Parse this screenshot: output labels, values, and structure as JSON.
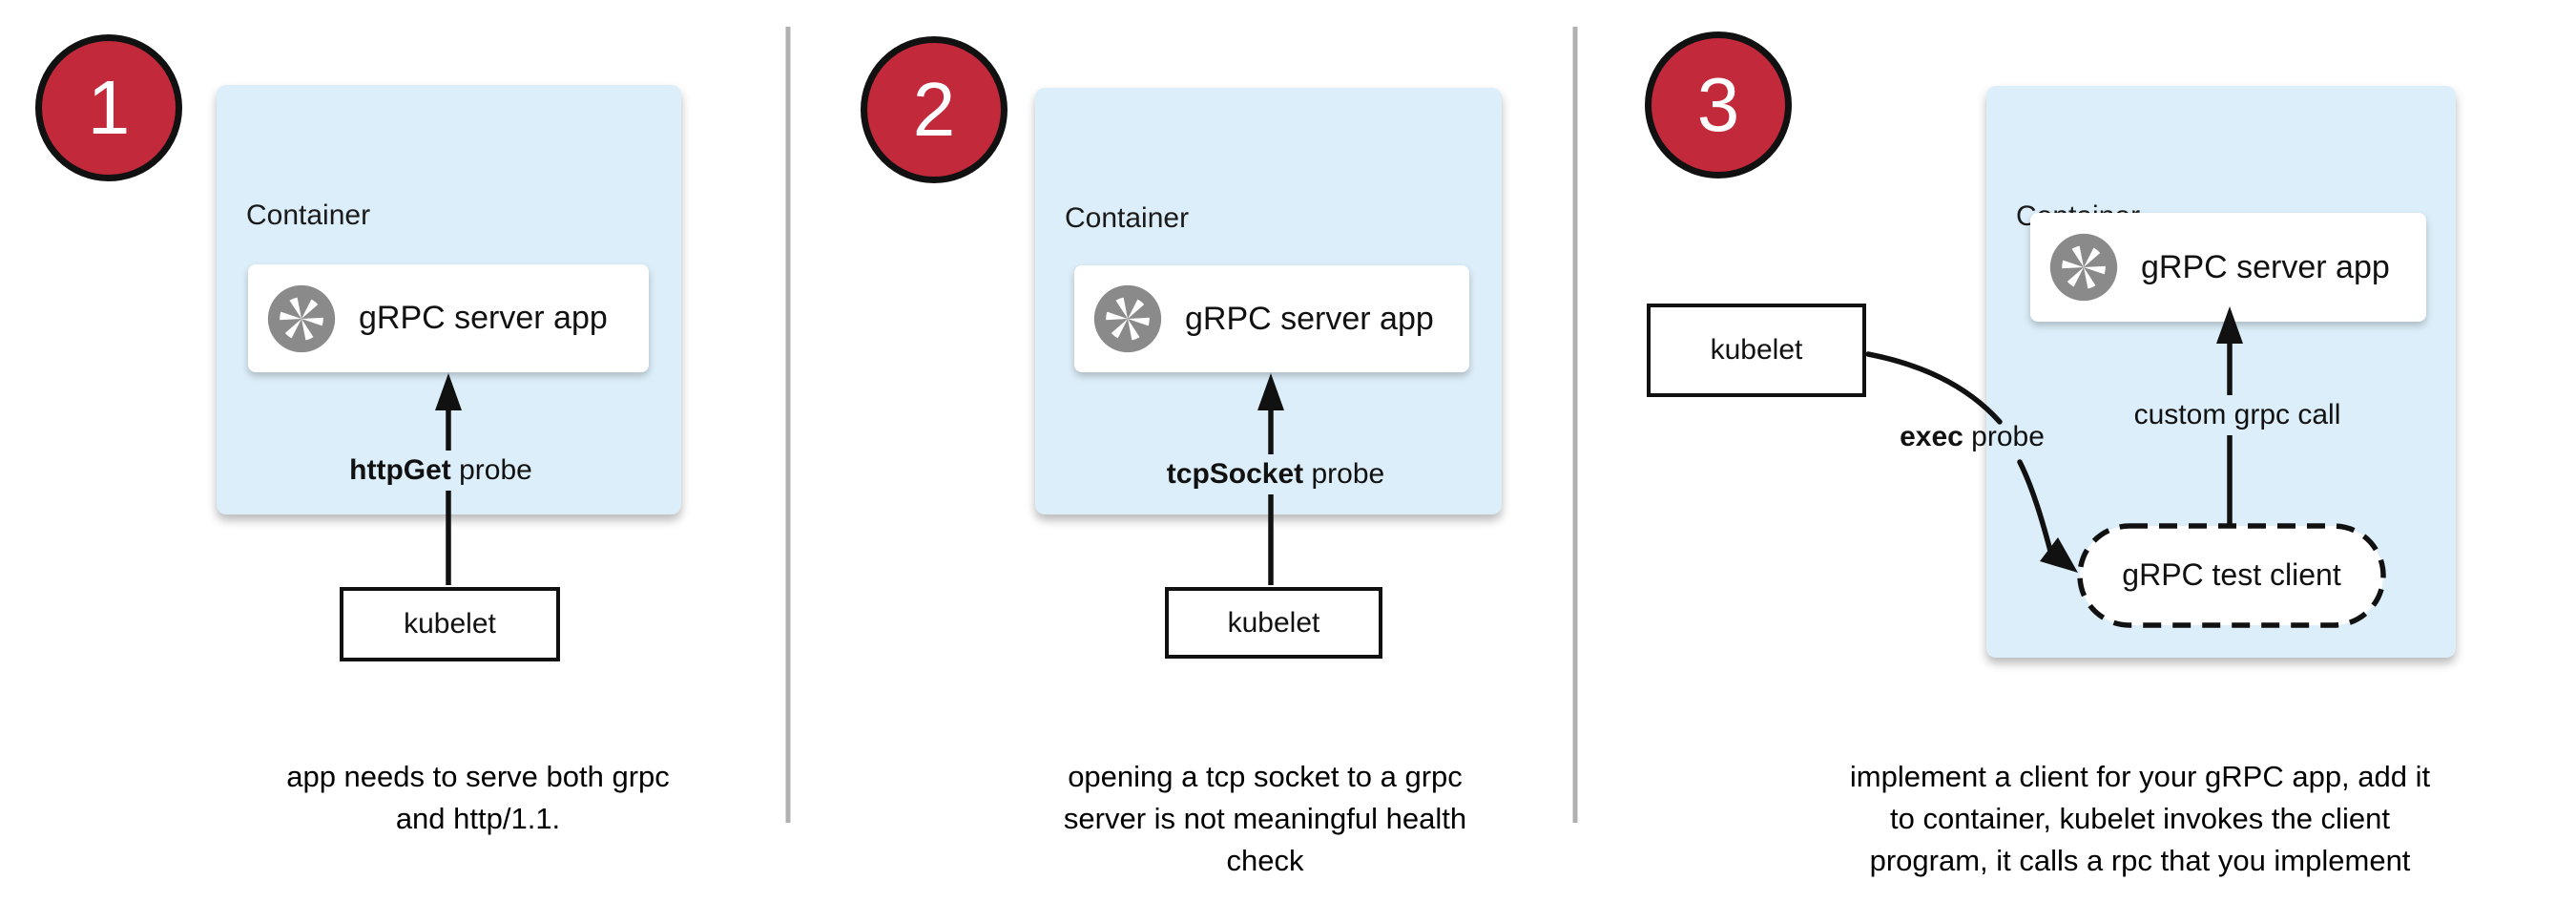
{
  "figure": {
    "title_hint": "gRPC health checking approaches diagram",
    "steps": [
      {
        "number": "1",
        "container_label": "Container",
        "app_label": "gRPC server app",
        "probe": {
          "bold": "httpGet",
          "rest": "probe"
        },
        "kubelet_label": "kubelet",
        "caption": "app needs to serve both grpc\nand http/1.1."
      },
      {
        "number": "2",
        "container_label": "Container",
        "app_label": "gRPC server app",
        "probe": {
          "bold": "tcpSocket",
          "rest": "probe"
        },
        "kubelet_label": "kubelet",
        "caption": "opening a tcp socket to a grpc\nserver is not meaningful health\ncheck"
      },
      {
        "number": "3",
        "container_label": "Container",
        "app_label": "gRPC server app",
        "probe": {
          "bold": "exec",
          "rest": "probe"
        },
        "kubelet_label": "kubelet",
        "grpc_call_label": "custom grpc call",
        "test_client_label": "gRPC test client",
        "caption": "implement a client for your gRPC app, add it\nto container, kubelet invokes the client\nprogram, it calls a rpc that you implement"
      }
    ],
    "colors": {
      "container_fill": "#dceef9",
      "step_badge_fill": "#c2293b",
      "icon_gray": "#8a8a8a",
      "divider_gray": "#b0b0b0",
      "line_black": "#111111"
    }
  }
}
